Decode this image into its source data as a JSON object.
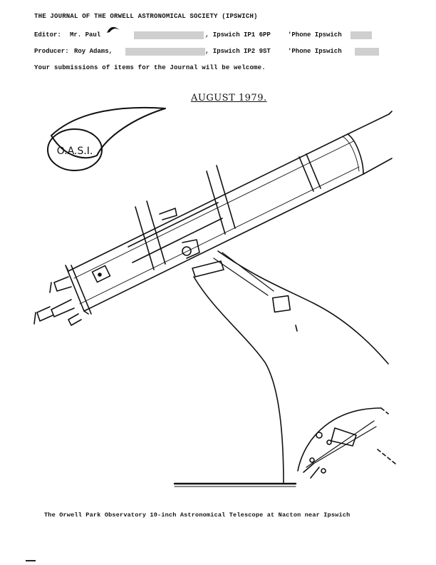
{
  "header": {
    "title": "THE JOURNAL OF THE ORWELL ASTRONOMICAL SOCIETY (IPSWICH)",
    "editor": {
      "label": "Editor:",
      "name": "Mr. Paul",
      "town": ", Ipswich IP1 6PP",
      "phone_label": "'Phone Ipswich"
    },
    "producer": {
      "label": "Producer:",
      "name": "Roy Adams,",
      "town": ", Ipswich IP2 9ST",
      "phone_label": "'Phone Ipswich"
    },
    "submissions": "Your submissions of items for the Journal will be welcome."
  },
  "issue_date": "AUGUST 1979.",
  "logo_text": "O.A.S.I.",
  "caption": "The Orwell Park Observatory 10-inch Astronomical Telescope at Nacton near Ipswich"
}
